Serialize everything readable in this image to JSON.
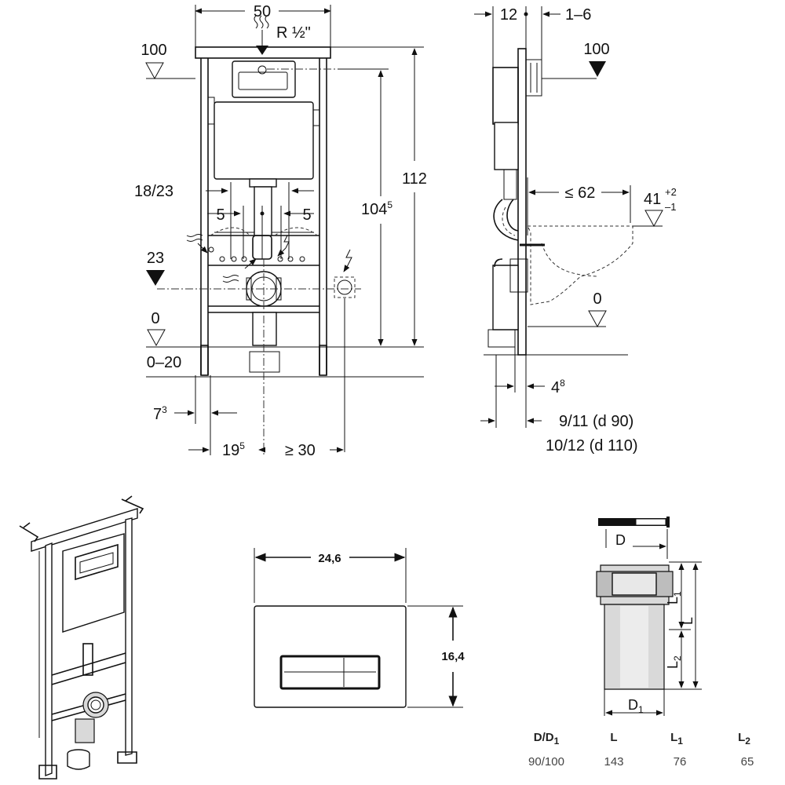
{
  "front_view": {
    "width": "50",
    "thread": "R ½\"",
    "level_top": "100",
    "level_23": "23",
    "level_0": "0",
    "floor_range": "0–20",
    "height_total": "112",
    "height_inner": "104",
    "height_inner_sup": "5",
    "stud_spacing": "18/23",
    "offset_left": "5",
    "offset_right": "5",
    "edge_dist": "7",
    "edge_dist_sup": "3",
    "axis_left": "19",
    "axis_left_sup": "5",
    "axis_right": "≥ 30"
  },
  "side_view": {
    "depth": "12",
    "offset": "1–6",
    "level_top": "100",
    "projection": "≤ 62",
    "bowl_height": "41",
    "bowl_tol_plus": "+2",
    "bowl_tol_minus": "–1",
    "level_0": "0",
    "pipe_offset": "4",
    "pipe_offset_sup": "8",
    "dist_d90": "9/11 (d 90)",
    "dist_d110": "10/12 (d 110)"
  },
  "flush_plate": {
    "width": "24,6",
    "height": "16,4"
  },
  "connector": {
    "label_D": "D",
    "label_L": "L",
    "label_L1": "L",
    "label_L1_sub": "1",
    "label_L2": "L",
    "label_L2_sub": "2",
    "label_D1": "D",
    "label_D1_sub": "1",
    "table": {
      "headers": [
        {
          "main": "D/D",
          "sub": "1"
        },
        {
          "main": "L",
          "sub": ""
        },
        {
          "main": "L",
          "sub": "1"
        },
        {
          "main": "L",
          "sub": "2"
        }
      ],
      "row": [
        "90/100",
        "143",
        "76",
        "65"
      ]
    }
  }
}
